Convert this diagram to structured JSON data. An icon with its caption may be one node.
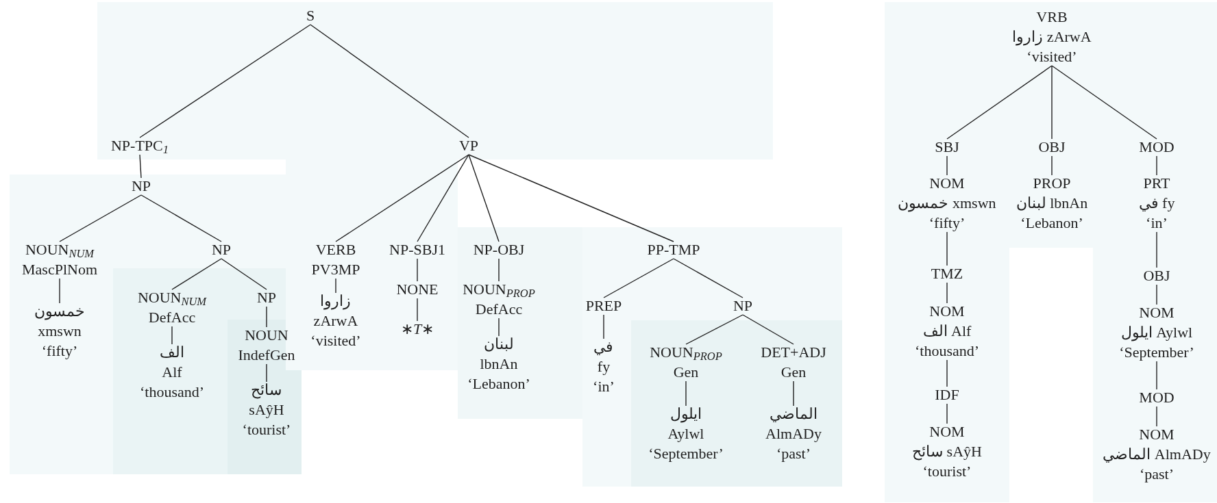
{
  "diagram": {
    "nodes": [
      {
        "text": [
          "S"
        ]
      },
      {
        "text": [
          "NP-TPC$_{1}$"
        ]
      },
      {
        "text": [
          "VP"
        ]
      },
      {
        "text": [
          "NP"
        ]
      },
      {
        "text": [
          "NOUN$_{NUM}$",
          "MascPlNom"
        ]
      },
      {
        "text": [
          "NP"
        ]
      },
      {
        "text": [
          "خمسون",
          "xmswn",
          "‘fifty’"
        ]
      },
      {
        "text": [
          "NOUN$_{NUM}$",
          "DefAcc"
        ]
      },
      {
        "text": [
          "NP"
        ]
      },
      {
        "text": [
          "الف",
          "Alf",
          "‘thousand’"
        ]
      },
      {
        "text": [
          "NOUN",
          "IndefGen"
        ]
      },
      {
        "text": [
          "سائح",
          "sAŷH",
          "‘tourist’"
        ]
      },
      {
        "text": [
          "VERB",
          "PV3MP"
        ]
      },
      {
        "text": [
          "زاروا",
          "zArwA",
          "‘visited’"
        ]
      },
      {
        "text": [
          "NP-SBJ1"
        ]
      },
      {
        "text": [
          "NONE"
        ]
      },
      {
        "text": [
          "∗*T*∗"
        ]
      },
      {
        "text": [
          "NP-OBJ"
        ]
      },
      {
        "text": [
          "NOUN$_{PROP}$",
          "DefAcc"
        ]
      },
      {
        "text": [
          "لبنان",
          "lbnAn",
          "‘Lebanon’"
        ]
      },
      {
        "text": [
          "PP-TMP"
        ]
      },
      {
        "text": [
          "PREP"
        ]
      },
      {
        "text": [
          "في",
          "fy",
          "‘in’"
        ]
      },
      {
        "text": [
          "NP"
        ]
      },
      {
        "text": [
          "NOUN$_{PROP}$",
          "Gen"
        ]
      },
      {
        "text": [
          "ايلول",
          "Aylwl",
          "‘September’"
        ]
      },
      {
        "text": [
          "DET+ADJ",
          "Gen"
        ]
      },
      {
        "text": [
          "الماضي",
          "AlmADy",
          "‘past’"
        ]
      },
      {
        "text": [
          "VRB",
          "زاروا zArwA",
          "‘visited’"
        ]
      },
      {
        "text": [
          "SBJ"
        ]
      },
      {
        "text": [
          "OBJ"
        ]
      },
      {
        "text": [
          "MOD"
        ]
      },
      {
        "text": [
          "NOM",
          "خمسون xmswn",
          "‘fifty’"
        ]
      },
      {
        "text": [
          "PROP",
          "لبنان lbnAn",
          "‘Lebanon’"
        ]
      },
      {
        "text": [
          "PRT",
          "في fy",
          "‘in’"
        ]
      },
      {
        "text": [
          "TMZ"
        ]
      },
      {
        "text": [
          "NOM",
          "الف Alf",
          "‘thousand’"
        ]
      },
      {
        "text": [
          "IDF"
        ]
      },
      {
        "text": [
          "NOM",
          "سائح sAŷH",
          "‘tourist’"
        ]
      },
      {
        "text": [
          "OBJ"
        ]
      },
      {
        "text": [
          "NOM",
          "ايلول Aylwl",
          "‘September’"
        ]
      },
      {
        "text": [
          "MOD"
        ]
      },
      {
        "text": [
          "NOM",
          "الماضي AlmADy",
          "‘past’"
        ]
      }
    ],
    "edges": [
      {
        "from": 0,
        "to": 1,
        "arrow": "none"
      },
      {
        "from": 0,
        "to": 2,
        "arrow": "none"
      },
      {
        "from": 1,
        "to": 3,
        "arrow": "none"
      },
      {
        "from": 3,
        "to": 4,
        "arrow": "none"
      },
      {
        "from": 3,
        "to": 5,
        "arrow": "none"
      },
      {
        "from": 4,
        "to": 6,
        "arrow": "none"
      },
      {
        "from": 5,
        "to": 7,
        "arrow": "none"
      },
      {
        "from": 5,
        "to": 8,
        "arrow": "none"
      },
      {
        "from": 7,
        "to": 9,
        "arrow": "none"
      },
      {
        "from": 8,
        "to": 10,
        "arrow": "none"
      },
      {
        "from": 10,
        "to": 11,
        "arrow": "none"
      },
      {
        "from": 2,
        "to": 12,
        "arrow": "none"
      },
      {
        "from": 2,
        "to": 14,
        "arrow": "none"
      },
      {
        "from": 2,
        "to": 17,
        "arrow": "none"
      },
      {
        "from": 2,
        "to": 20,
        "arrow": "none"
      },
      {
        "from": 12,
        "to": 13,
        "arrow": "none"
      },
      {
        "from": 14,
        "to": 15,
        "arrow": "none"
      },
      {
        "from": 15,
        "to": 16,
        "arrow": "none"
      },
      {
        "from": 17,
        "to": 18,
        "arrow": "none"
      },
      {
        "from": 18,
        "to": 19,
        "arrow": "none"
      },
      {
        "from": 20,
        "to": 21,
        "arrow": "none"
      },
      {
        "from": 20,
        "to": 23,
        "arrow": "none"
      },
      {
        "from": 21,
        "to": 22,
        "arrow": "none"
      },
      {
        "from": 23,
        "to": 24,
        "arrow": "none"
      },
      {
        "from": 23,
        "to": 26,
        "arrow": "none"
      },
      {
        "from": 24,
        "to": 25,
        "arrow": "none"
      },
      {
        "from": 26,
        "to": 27,
        "arrow": "none"
      },
      {
        "from": 28,
        "to": 29,
        "arrow": "none"
      },
      {
        "from": 28,
        "to": 30,
        "arrow": "none"
      },
      {
        "from": 28,
        "to": 31,
        "arrow": "none"
      },
      {
        "from": 29,
        "to": 32,
        "arrow": "none"
      },
      {
        "from": 30,
        "to": 33,
        "arrow": "none"
      },
      {
        "from": 31,
        "to": 34,
        "arrow": "none"
      },
      {
        "from": 32,
        "to": 35,
        "arrow": "none"
      },
      {
        "from": 35,
        "to": 36,
        "arrow": "none"
      },
      {
        "from": 36,
        "to": 37,
        "arrow": "none"
      },
      {
        "from": 37,
        "to": 38,
        "arrow": "none"
      },
      {
        "from": 34,
        "to": 39,
        "arrow": "none"
      },
      {
        "from": 39,
        "to": 40,
        "arrow": "none"
      },
      {
        "from": 40,
        "to": 41,
        "arrow": "none"
      },
      {
        "from": 41,
        "to": 42,
        "arrow": "none"
      }
    ]
  }
}
